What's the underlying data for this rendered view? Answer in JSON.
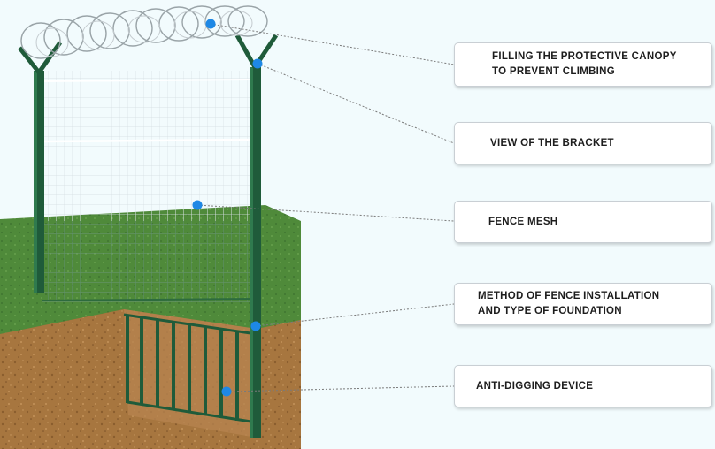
{
  "callouts": [
    {
      "id": "canopy",
      "label": "FILLING THE PROTECTIVE CANOPY\nTO PREVENT CLIMBING"
    },
    {
      "id": "bracket",
      "label": "VIEW OF THE BRACKET"
    },
    {
      "id": "mesh",
      "label": "FENCE MESH"
    },
    {
      "id": "foundation",
      "label": "METHOD OF FENCE INSTALLATION\nAND TYPE OF FOUNDATION"
    },
    {
      "id": "anti-digging",
      "label": "ANTI-DIGGING DEVICE"
    }
  ],
  "colors": {
    "background": "#f2fbfd",
    "grass": "#4f8a3a",
    "soil": "#a7763f",
    "post": "#1f5b3a",
    "mesh": "#e8eef0",
    "marker": "#1e88e5",
    "leader": "#7a7a7a"
  }
}
